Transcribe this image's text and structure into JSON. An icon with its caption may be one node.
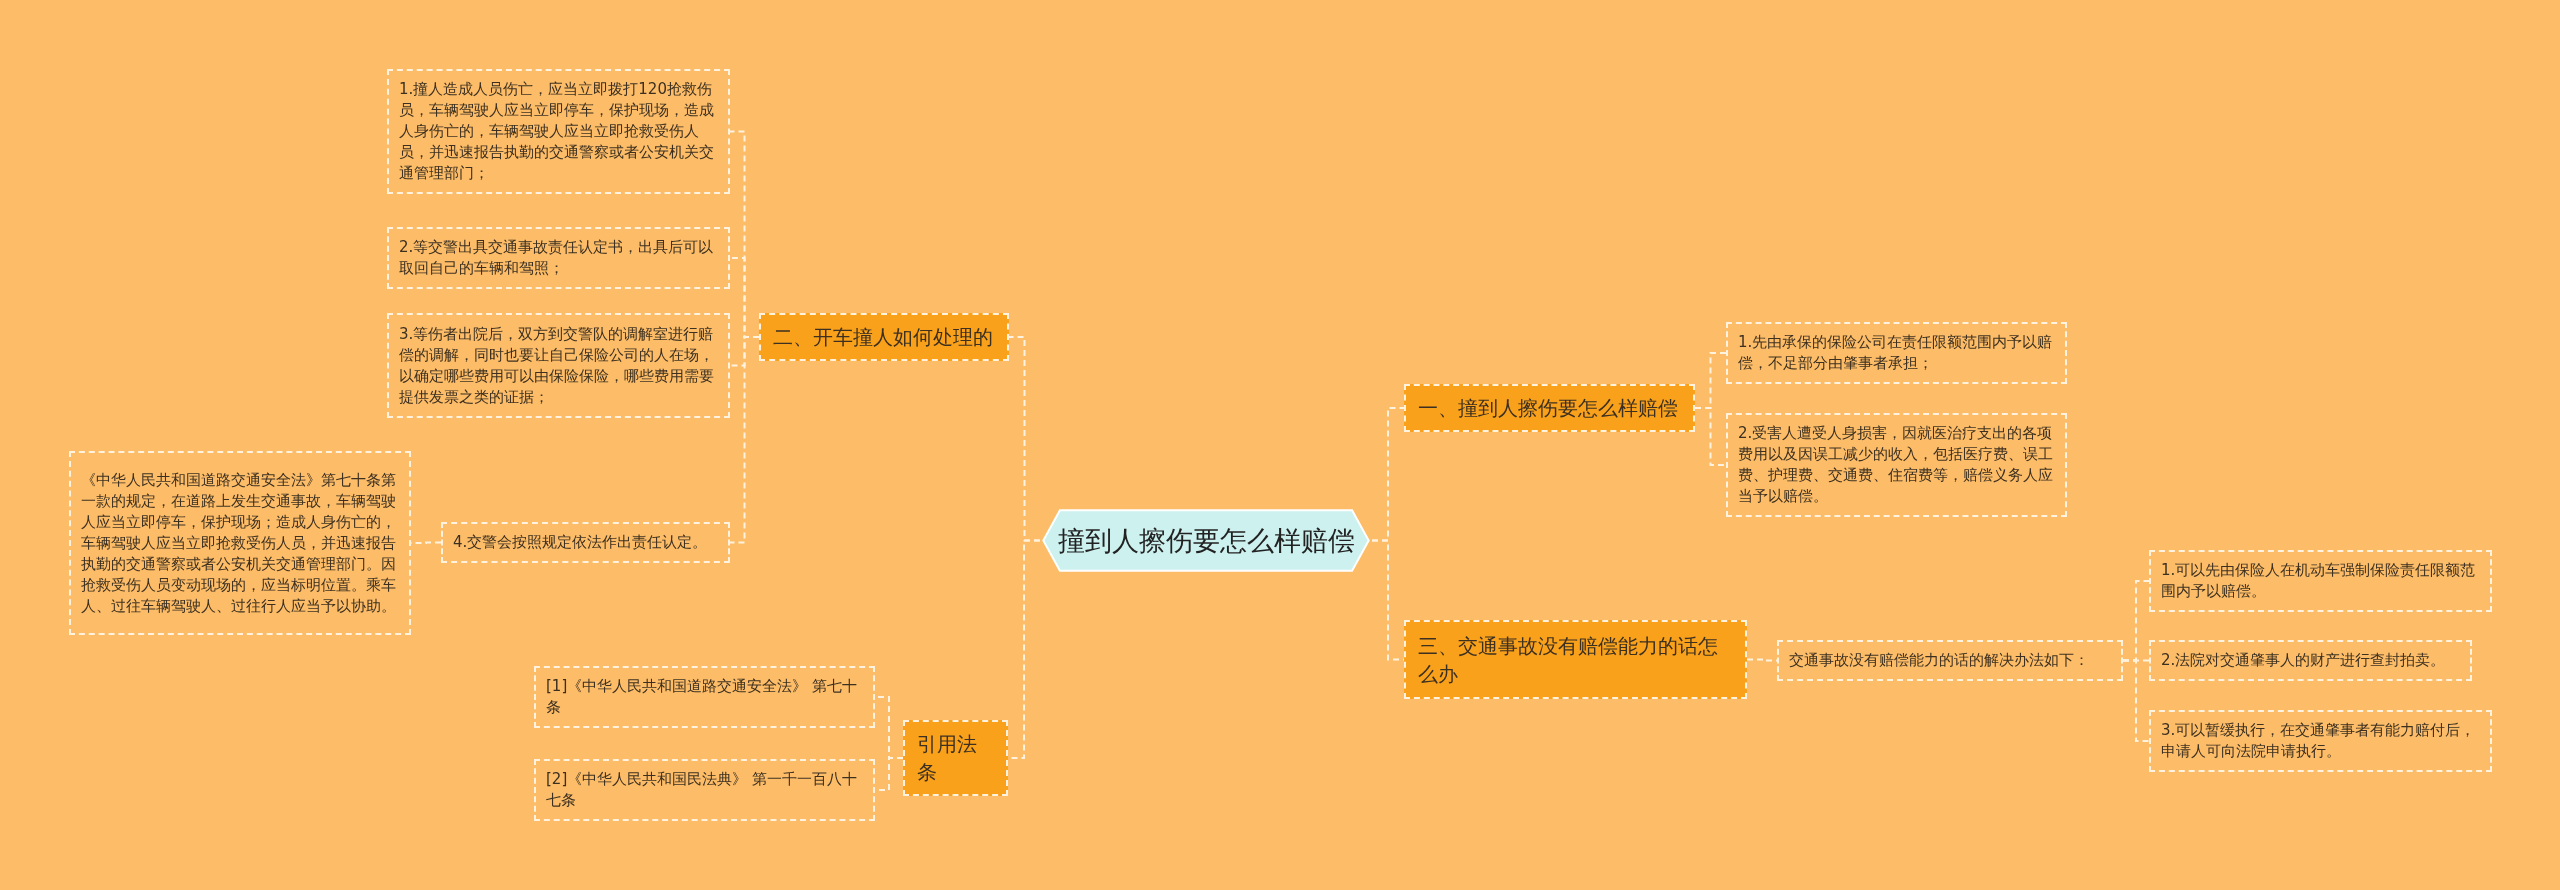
{
  "diagram": {
    "nodes": [
      {
        "text": [
          "撞到人擦伤要怎么样赔偿"
        ]
      },
      {
        "text": [
          "一、撞到人擦伤要怎么样赔偿"
        ]
      },
      {
        "text": [
          "1.先由承保的保险公司在责任限额范围内予以赔偿，不足部分由肇事者承担；"
        ]
      },
      {
        "text": [
          "2.受害人遭受人身损害，因就医治疗支出的各项费用以及因误工减少的收入，包括医疗费、误工费、护理费、交通费、住宿费等，赔偿义务人应当予以赔偿。"
        ]
      },
      {
        "text": [
          "三、交通事故没有赔偿能力的话怎么办"
        ]
      },
      {
        "text": [
          "交通事故没有赔偿能力的话的解决办法如下："
        ]
      },
      {
        "text": [
          "1.可以先由保险人在机动车强制保险责任限额范围内予以赔偿。"
        ]
      },
      {
        "text": [
          "2.法院对交通肇事人的财产进行查封拍卖。"
        ]
      },
      {
        "text": [
          "3.可以暂缓执行，在交通肇事者有能力赔付后，申请人可向法院申请执行。"
        ]
      },
      {
        "text": [
          "二、开车撞人如何处理的"
        ]
      },
      {
        "text": [
          "1.撞人造成人员伤亡，应当立即拨打120抢救伤员，车辆驾驶人应当立即停车，保护现场，造成人身伤亡的，车辆驾驶人应当立即抢救受伤人员，并迅速报告执勤的交通警察或者公安机关交通管理部门；"
        ]
      },
      {
        "text": [
          "2.等交警出具交通事故责任认定书，出具后可以取回自己的车辆和驾照；"
        ]
      },
      {
        "text": [
          "3.等伤者出院后，双方到交警队的调解室进行赔偿的调解，同时也要让自己保险公司的人在场，以确定哪些费用可以由保险保险，哪些费用需要提供发票之类的证据；"
        ]
      },
      {
        "text": [
          "4.交警会按照规定依法作出责任认定。"
        ]
      },
      {
        "text": [
          "《中华人民共和国道路交通安全法》第七十条第一款的规定，在道路上发生交通事故，车辆驾驶人应当立即停车，保护现场；造成人身伤亡的，车辆驾驶人应当立即抢救受伤人员，并迅速报告执勤的交通警察或者公安机关交通管理部门。因抢救受伤人员变动现场的，应当标明位置。乘车人、过往车辆驾驶人、过往行人应当予以协助。"
        ]
      },
      {
        "text": [
          "引用法条"
        ]
      },
      {
        "text": [
          "[1]《中华人民共和国道路交通安全法》 第七十条"
        ]
      },
      {
        "text": [
          "[2]《中华人民共和国民法典》 第一千一百八十七条"
        ]
      }
    ],
    "edges": [
      {
        "from": 0,
        "to": 1,
        "arrow": "none"
      },
      {
        "from": 1,
        "to": 2,
        "arrow": "none"
      },
      {
        "from": 1,
        "to": 3,
        "arrow": "none"
      },
      {
        "from": 0,
        "to": 4,
        "arrow": "none"
      },
      {
        "from": 4,
        "to": 5,
        "arrow": "none"
      },
      {
        "from": 5,
        "to": 6,
        "arrow": "none"
      },
      {
        "from": 5,
        "to": 7,
        "arrow": "none"
      },
      {
        "from": 5,
        "to": 8,
        "arrow": "none"
      },
      {
        "from": 0,
        "to": 9,
        "arrow": "none"
      },
      {
        "from": 9,
        "to": 10,
        "arrow": "none"
      },
      {
        "from": 9,
        "to": 11,
        "arrow": "none"
      },
      {
        "from": 9,
        "to": 12,
        "arrow": "none"
      },
      {
        "from": 9,
        "to": 13,
        "arrow": "none"
      },
      {
        "from": 13,
        "to": 14,
        "arrow": "none"
      },
      {
        "from": 0,
        "to": 15,
        "arrow": "none"
      },
      {
        "from": 15,
        "to": 16,
        "arrow": "none"
      },
      {
        "from": 15,
        "to": 17,
        "arrow": "none"
      }
    ]
  }
}
